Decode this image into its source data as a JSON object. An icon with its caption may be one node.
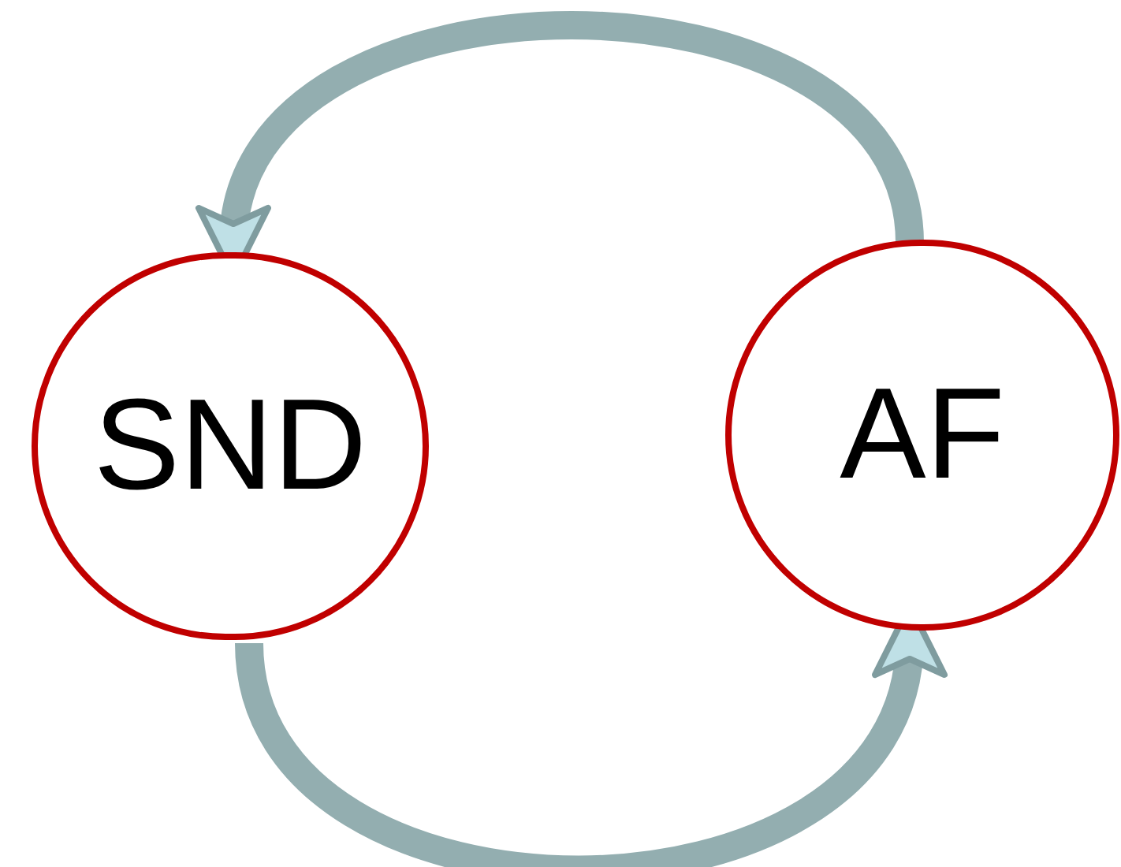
{
  "diagram": {
    "nodes": [
      {
        "text": [
          "SND"
        ]
      },
      {
        "text": [
          "AF"
        ]
      }
    ],
    "edges": [
      {
        "from": 1,
        "to": 0,
        "arrow": "to"
      },
      {
        "from": 0,
        "to": 1,
        "arrow": "to"
      }
    ]
  }
}
